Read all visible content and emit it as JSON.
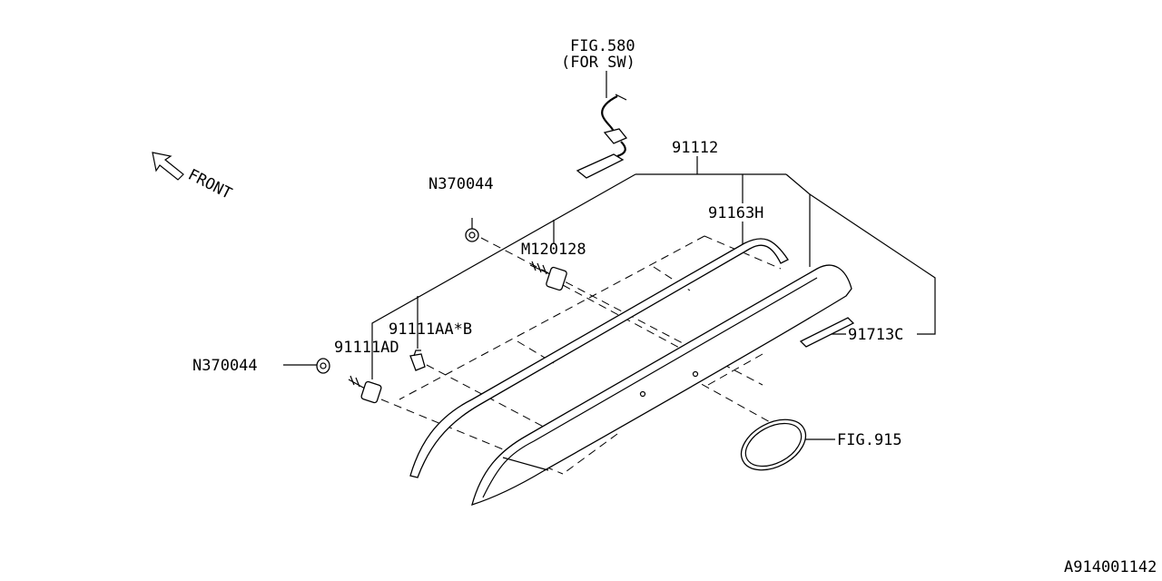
{
  "figure": {
    "callouts": {
      "fig580": "FIG.580",
      "for_sw": "(FOR SW)",
      "p91112": "91112",
      "p91163h": "91163H",
      "n370044_upper": "N370044",
      "m120128": "M120128",
      "p91111aa": "91111AA*B",
      "p91111ad": "91111AD",
      "n370044_lower": "N370044",
      "p91713c": "91713C",
      "fig915": "FIG.915"
    },
    "direction": {
      "label": "FRONT",
      "icon": "front-arrow-icon"
    },
    "diagram_id": "A914001142"
  }
}
